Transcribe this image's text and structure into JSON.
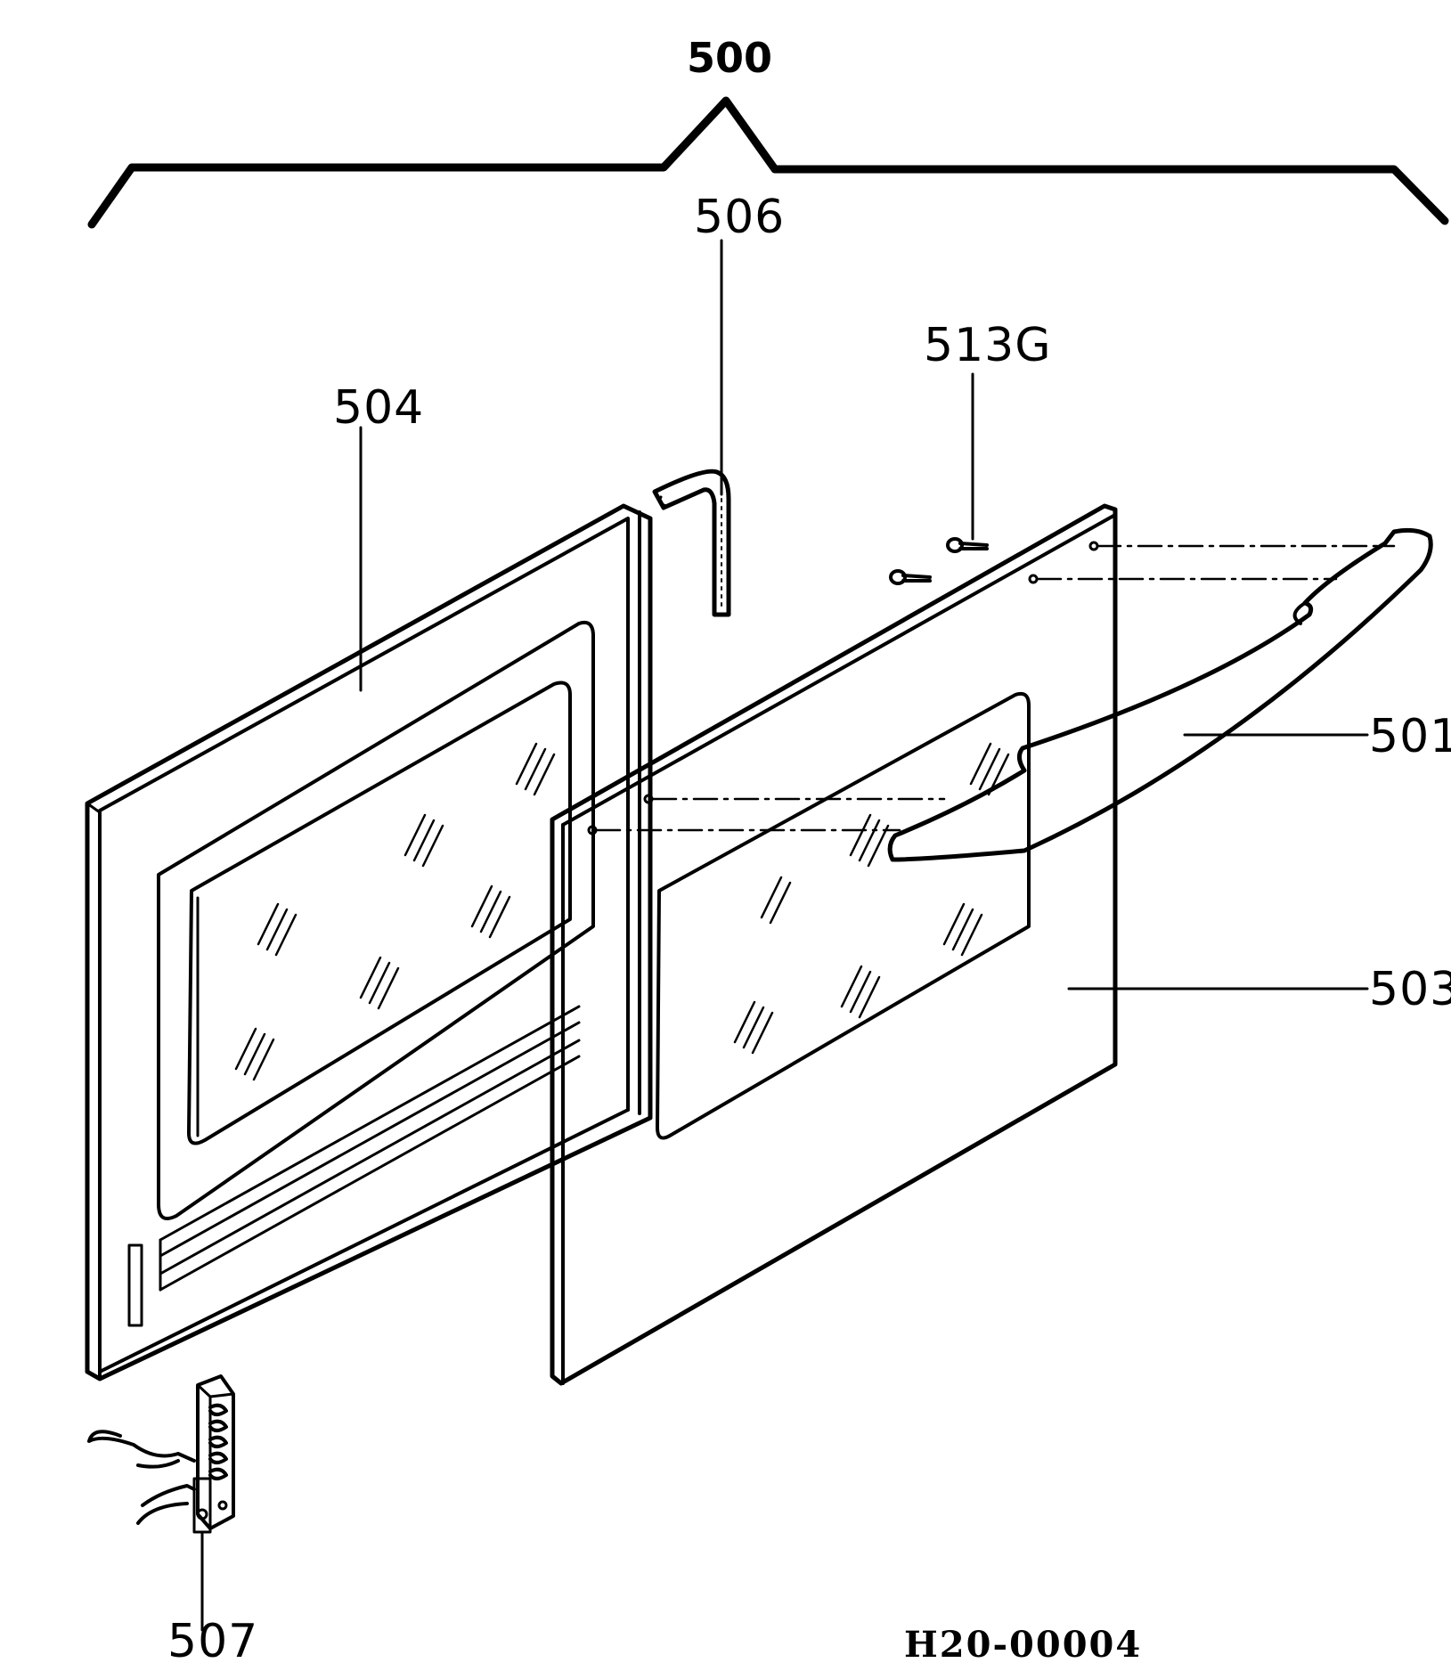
{
  "diagram": {
    "assembly_label": "500",
    "parts": {
      "handle": "501",
      "outer_panel": "503",
      "inner_panel": "504",
      "seal": "506",
      "hinge": "507",
      "screw": "513G"
    },
    "document_code": "H20-00004"
  }
}
